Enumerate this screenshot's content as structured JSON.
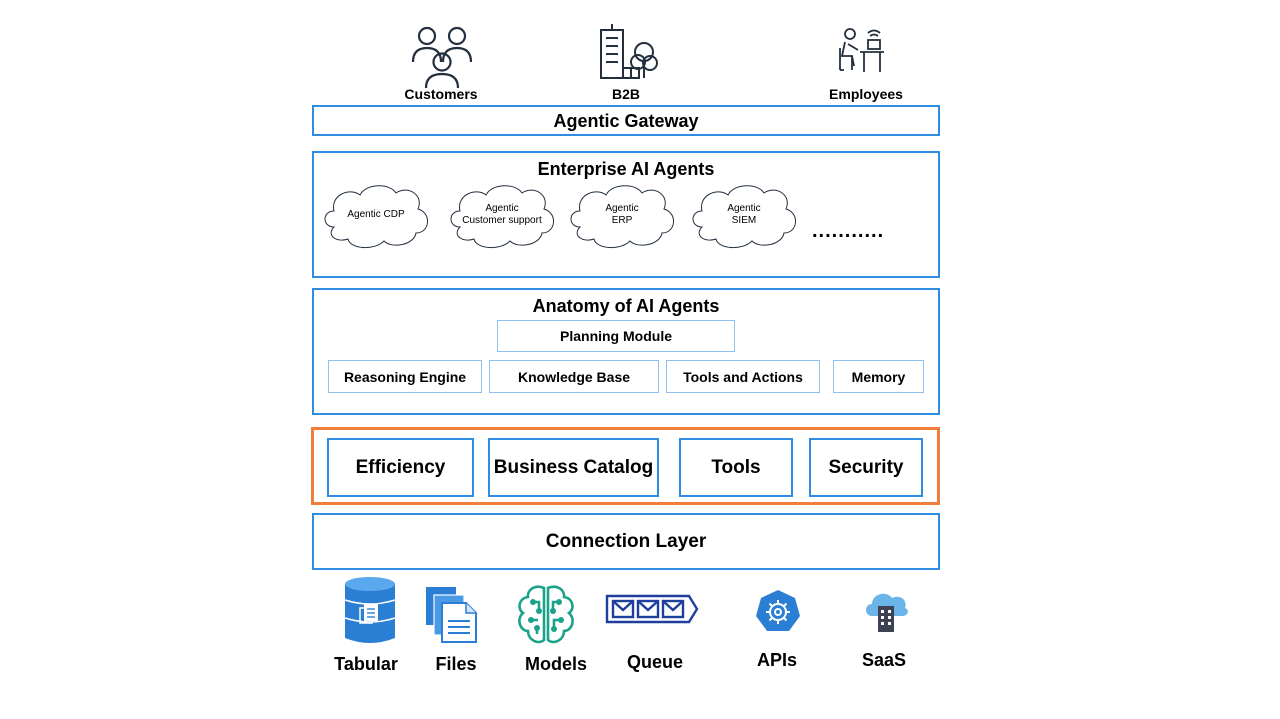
{
  "users": [
    {
      "label": "Customers",
      "icon": "customers-icon"
    },
    {
      "label": "B2B",
      "icon": "building-icon"
    },
    {
      "label": "Employees",
      "icon": "employee-at-desk-icon"
    }
  ],
  "gateway": {
    "label": "Agentic Gateway"
  },
  "enterprise": {
    "title": "Enterprise AI Agents",
    "agents": [
      {
        "line1": "Agentic CDP",
        "line2": ""
      },
      {
        "line1": "Agentic",
        "line2": "Customer support"
      },
      {
        "line1": "Agentic",
        "line2": "ERP"
      },
      {
        "line1": "Agentic",
        "line2": "SIEM"
      }
    ],
    "more": "..........."
  },
  "anatomy": {
    "title": "Anatomy of AI Agents",
    "planning": "Planning Module",
    "modules": [
      "Reasoning Engine",
      "Knowledge Base",
      "Tools and Actions",
      "Memory"
    ]
  },
  "governance": {
    "items": [
      "Efficiency",
      "Business Catalog",
      "Tools",
      "Security"
    ],
    "highlight_color": "#f07d3a"
  },
  "connection": {
    "label": "Connection Layer"
  },
  "sources": [
    {
      "label": "Tabular",
      "icon": "database-icon"
    },
    {
      "label": "Files",
      "icon": "files-icon"
    },
    {
      "label": "Models",
      "icon": "ai-brain-icon"
    },
    {
      "label": "Queue",
      "icon": "message-queue-icon"
    },
    {
      "label": "APIs",
      "icon": "api-gear-icon"
    },
    {
      "label": "SaaS",
      "icon": "cloud-building-icon"
    }
  ],
  "colors": {
    "border": "#2e8de0",
    "sub_border": "#8fc0ee",
    "icon_blue": "#2a7fd4",
    "icon_teal": "#1aa38a"
  }
}
